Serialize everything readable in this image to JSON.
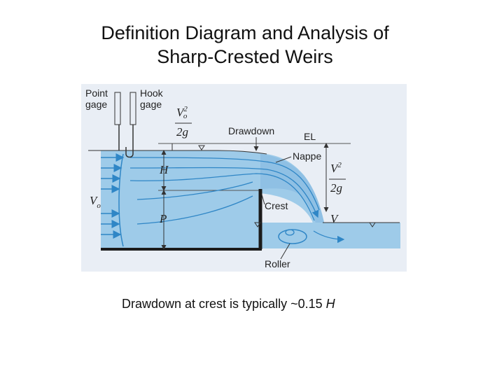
{
  "title": {
    "line1": "Definition Diagram and Analysis of",
    "line2": "Sharp-Crested Weirs"
  },
  "diagram": {
    "labels": {
      "point_gage": [
        "Point",
        "gage"
      ],
      "hook_gage": [
        "Hook",
        "gage"
      ],
      "drawdown": "Drawdown",
      "el": "EL",
      "nappe": "Nappe",
      "crest": "Crest",
      "roller": "Roller",
      "H": "H",
      "P": "P",
      "Vo": "V",
      "Vo_sub": "o",
      "V": "V",
      "head_left_num": "V",
      "head_left_num_sup": "2",
      "head_left_num_sub": "o",
      "head_left_den": "2g",
      "head_right_num": "V",
      "head_right_num_sup": "2",
      "head_right_den": "2g"
    },
    "colors": {
      "background": "#e9eef5",
      "water": "#9ecbe9",
      "water_dark": "#7fb5dc",
      "arrow": "#2f86c6",
      "weir": "#1b1b1b",
      "line": "#333333"
    }
  },
  "caption": {
    "text": "Drawdown at crest is typically ~0.15 ",
    "symbol": "H"
  }
}
